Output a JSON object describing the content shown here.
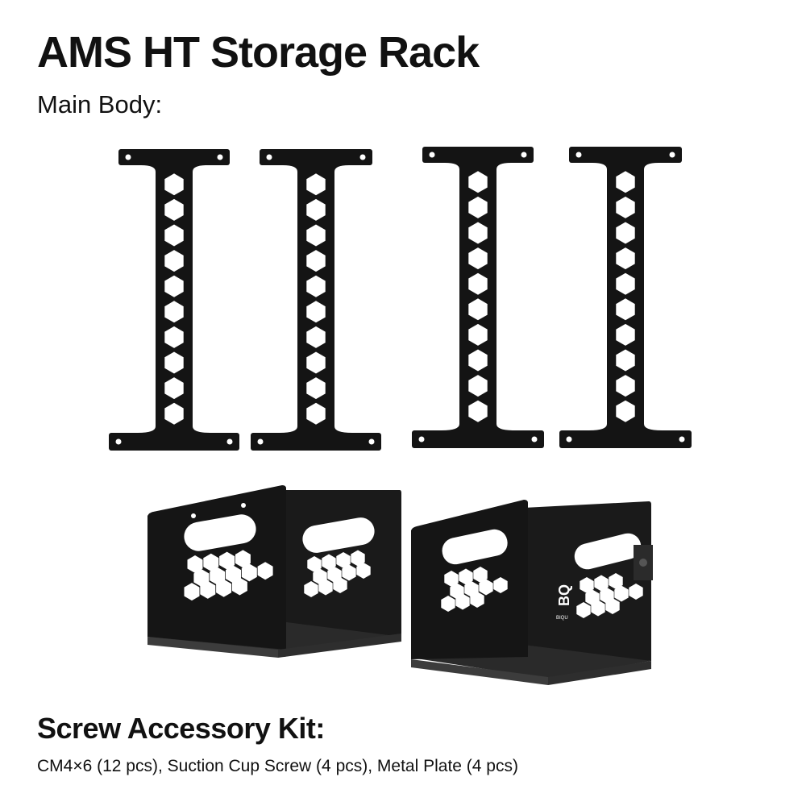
{
  "header": {
    "title": "AMS HT Storage Rack",
    "subtitle": "Main Body:"
  },
  "accessories": {
    "heading": "Screw Accessory Kit:",
    "items_text": "CM4×6 (12 pcs), Suction Cup Screw (4 pcs), Metal Plate (4 pcs)"
  },
  "product": {
    "brand_mark": "BQ",
    "brand_sub": "BIQU",
    "color": "#141414"
  }
}
